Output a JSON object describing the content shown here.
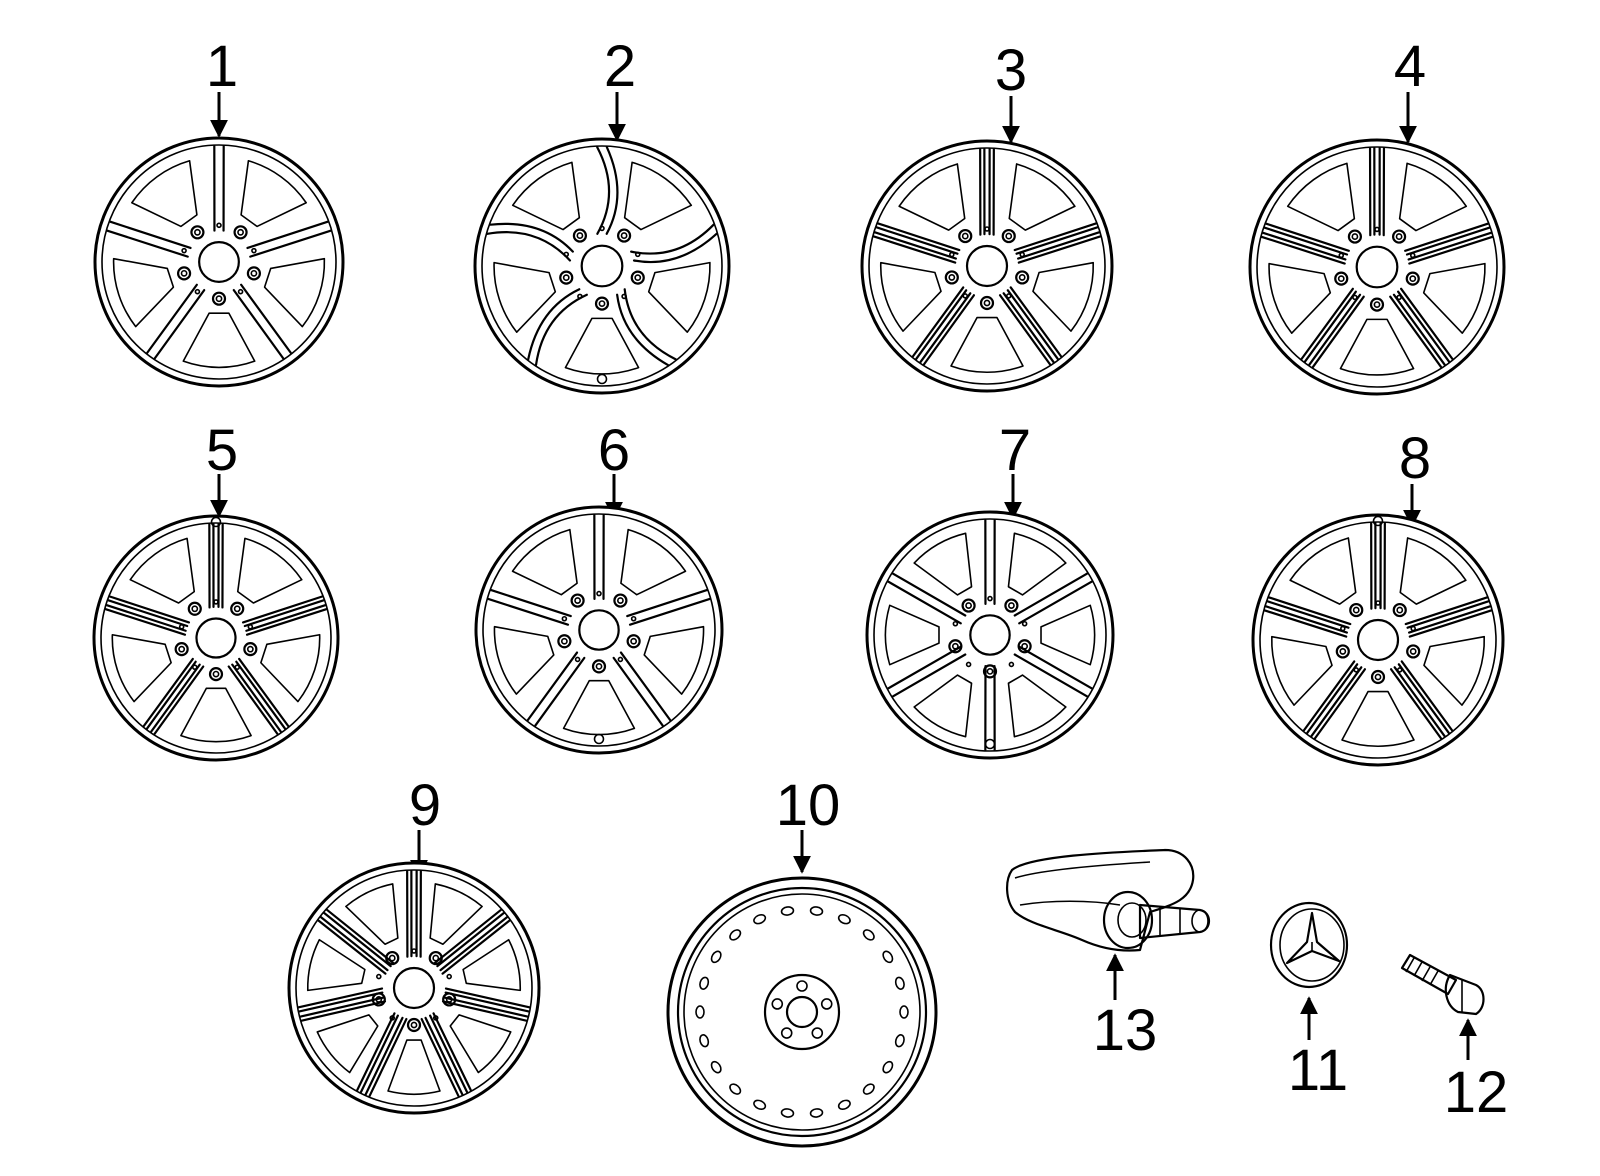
{
  "diagram": {
    "callouts": [
      {
        "id": "1",
        "part": "wheel-five-spoke"
      },
      {
        "id": "2",
        "part": "wheel-five-spoke-curved"
      },
      {
        "id": "3",
        "part": "wheel-twin-spoke"
      },
      {
        "id": "4",
        "part": "wheel-five-twin-spoke"
      },
      {
        "id": "5",
        "part": "wheel-five-double-spoke"
      },
      {
        "id": "6",
        "part": "wheel-five-window"
      },
      {
        "id": "7",
        "part": "wheel-six-spoke"
      },
      {
        "id": "8",
        "part": "wheel-five-double-spoke"
      },
      {
        "id": "9",
        "part": "wheel-seven-spoke"
      },
      {
        "id": "10",
        "part": "spare-steel-wheel"
      },
      {
        "id": "11",
        "part": "center-cap-star"
      },
      {
        "id": "12",
        "part": "lug-bolt"
      },
      {
        "id": "13",
        "part": "tpms-sensor"
      }
    ]
  }
}
